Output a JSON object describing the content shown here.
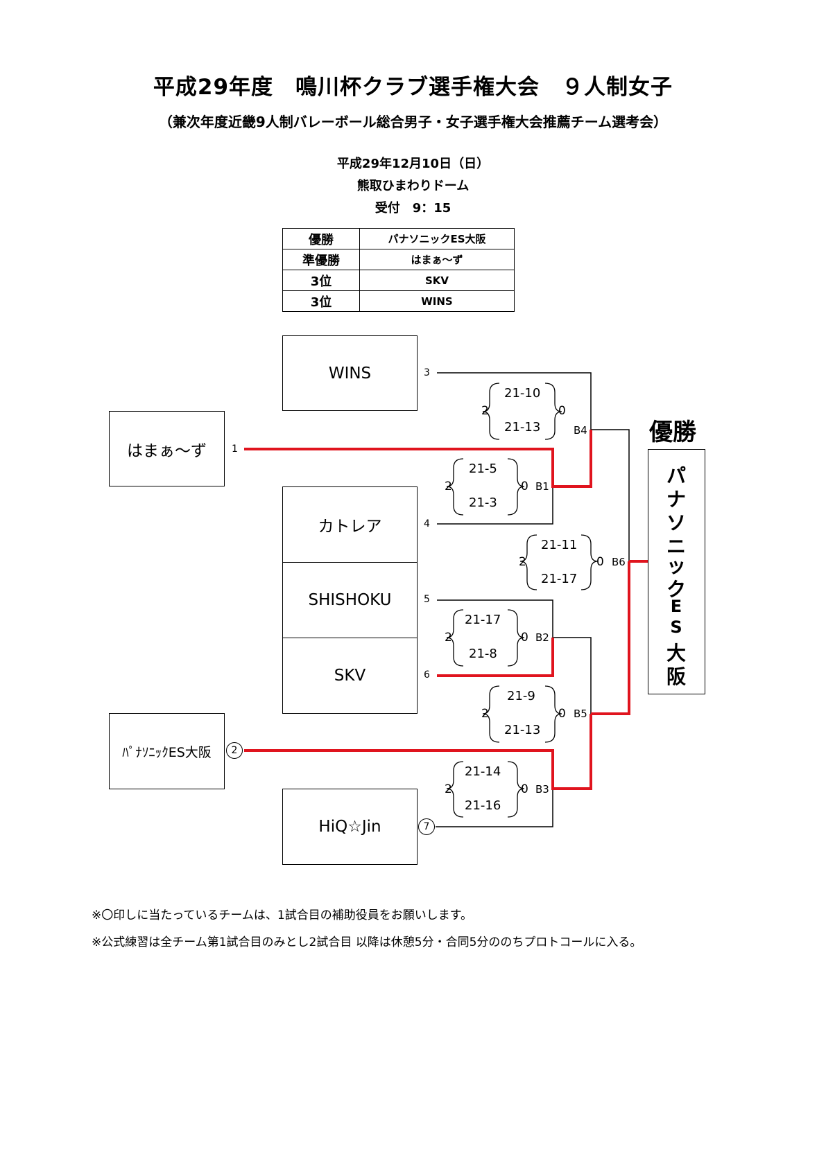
{
  "header": {
    "title": "平成29年度　鳴川杯クラブ選手権大会　９人制女子",
    "subtitle": "（兼次年度近畿9人制バレーボール総合男子・女子選手権大会推薦チーム選考会）",
    "date": "平成29年12月10日（日）",
    "venue": "熊取ひまわりドーム",
    "reception": "受付　9：15"
  },
  "results": [
    {
      "place": "優勝",
      "team": "パナソニックES大阪"
    },
    {
      "place": "準優勝",
      "team": "はまぁ～ず"
    },
    {
      "place": "3位",
      "team": "SKV"
    },
    {
      "place": "3位",
      "team": "WINS"
    }
  ],
  "teams": {
    "t3": {
      "name": "WINS",
      "seed": "3"
    },
    "t1": {
      "name": "はまぁ～ず",
      "seed": "1"
    },
    "t4": {
      "name": "カトレア",
      "seed": "4"
    },
    "t5": {
      "name": "SHISHOKU",
      "seed": "5"
    },
    "t6": {
      "name": "SKV",
      "seed": "6"
    },
    "t2": {
      "name": "ﾊﾟﾅｿﾆｯｸES大阪",
      "seed": "2"
    },
    "t7": {
      "name": "HiQ☆Jin",
      "seed": "7"
    }
  },
  "matches": {
    "b1": {
      "label": "B1",
      "left": "2",
      "right": "0",
      "set1": "21-5",
      "set2": "21-3"
    },
    "b2": {
      "label": "B2",
      "left": "2",
      "right": "0",
      "set1": "21-17",
      "set2": "21-8"
    },
    "b3": {
      "label": "B3",
      "left": "2",
      "right": "0",
      "set1": "21-14",
      "set2": "21-16"
    },
    "b4": {
      "label": "B4",
      "left": "2",
      "right": "0",
      "set1": "21-10",
      "set2": "21-13"
    },
    "b5": {
      "label": "B5",
      "left": "2",
      "right": "0",
      "set1": "21-9",
      "set2": "21-13"
    },
    "b6": {
      "label": "B6",
      "left": "2",
      "right": "0",
      "set1": "21-11",
      "set2": "21-17"
    }
  },
  "champion": {
    "label": "優勝",
    "chars": [
      "パ",
      "ナ",
      "ソ",
      "ニ",
      "ッ",
      "ク",
      "E",
      "S",
      "大",
      "阪"
    ]
  },
  "notes": {
    "note1": "※〇印しに当たっているチームは、1試合目の補助役員をお願いします。",
    "note2": "※公式練習は全チーム第1試合目のみとし2試合目 以降は休憩5分・合同5分ののちプロトコールに入る。"
  },
  "colors": {
    "winner_line": "#e0141e",
    "line": "#000000"
  }
}
